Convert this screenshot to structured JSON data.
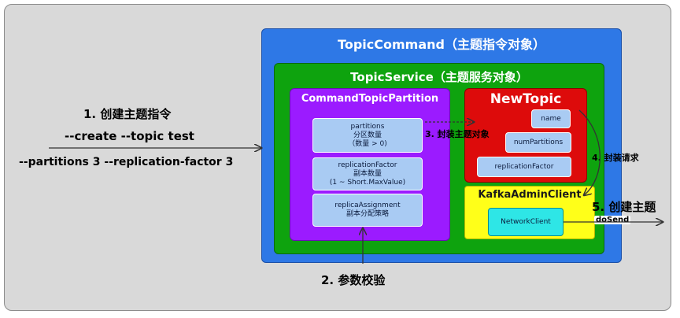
{
  "topic_command": {
    "title": "TopicCommand（主题指令对象）"
  },
  "topic_service": {
    "title": "TopicService（主题服务对象）"
  },
  "command_topic_partition": {
    "title": "CommandTopicPartition",
    "fields": [
      {
        "lines": [
          "partitions",
          "分区数量",
          "（数量 > 0)"
        ]
      },
      {
        "lines": [
          "replicationFactor",
          "副本数量",
          "(1 ~ Short.MaxValue)"
        ]
      },
      {
        "lines": [
          "replicaAssignment",
          "副本分配策略"
        ]
      }
    ]
  },
  "new_topic": {
    "title": "NewTopic",
    "fields": [
      "name",
      "numPartitions",
      "replicationFactor"
    ]
  },
  "kafka_admin_client": {
    "title": "KafkaAdminClient",
    "network_client": "NetworkClient"
  },
  "labels": {
    "step1": "1. 创建主题指令",
    "cmd_line1": "--create --topic  test",
    "cmd_line2": "--partitions 3  --replication-factor 3",
    "step2": "2. 参数校验",
    "step3": "3. 封装主题对象",
    "step4": "4. 封装请求",
    "step5": "5. 创建主题",
    "do_send": "doSend"
  },
  "colors": {
    "topic_command": "#2e78e6",
    "topic_service": "#0ea30e",
    "command_topic_partition": "#9b1bff",
    "new_topic": "#dd0b0b",
    "kafka_admin_client": "#ffff19",
    "field": "#a9cbf3",
    "network_client": "#2ee6e6"
  }
}
